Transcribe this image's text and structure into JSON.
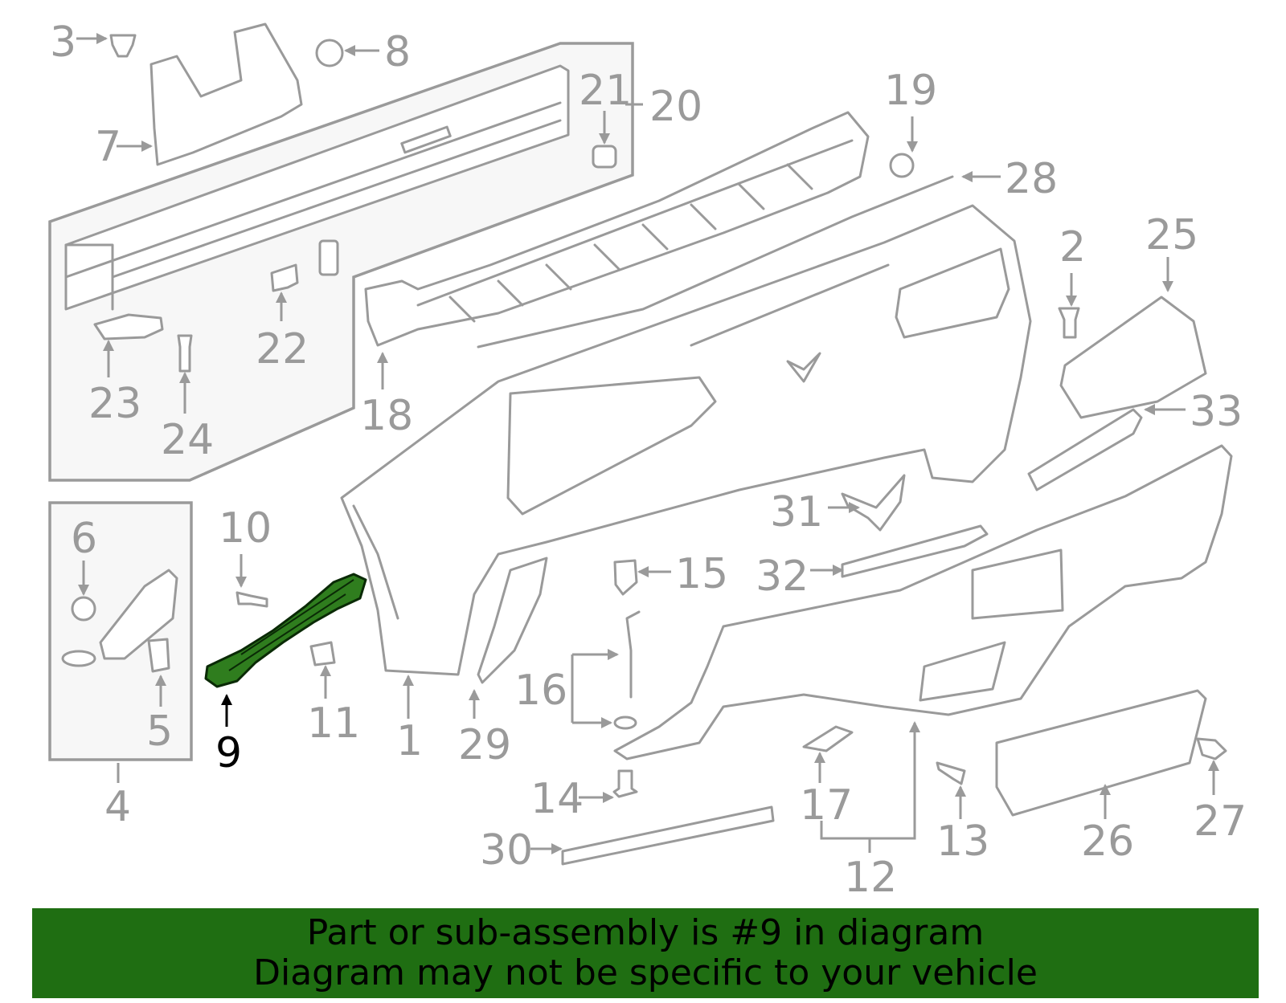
{
  "diagram": {
    "highlighted_part": "9",
    "colors": {
      "highlight": "#2f7d1e",
      "line": "#9a9a9a",
      "banner": "#1f6e12"
    },
    "callouts": [
      "1",
      "2",
      "3",
      "4",
      "5",
      "6",
      "7",
      "8",
      "9",
      "10",
      "11",
      "12",
      "13",
      "14",
      "15",
      "16",
      "17",
      "18",
      "19",
      "20",
      "21",
      "22",
      "23",
      "24",
      "25",
      "26",
      "27",
      "28",
      "29",
      "30",
      "31",
      "32",
      "33"
    ]
  },
  "banner": {
    "line1": "Part or sub-assembly is #9 in diagram",
    "line2": "Diagram may not be specific to your vehicle"
  }
}
